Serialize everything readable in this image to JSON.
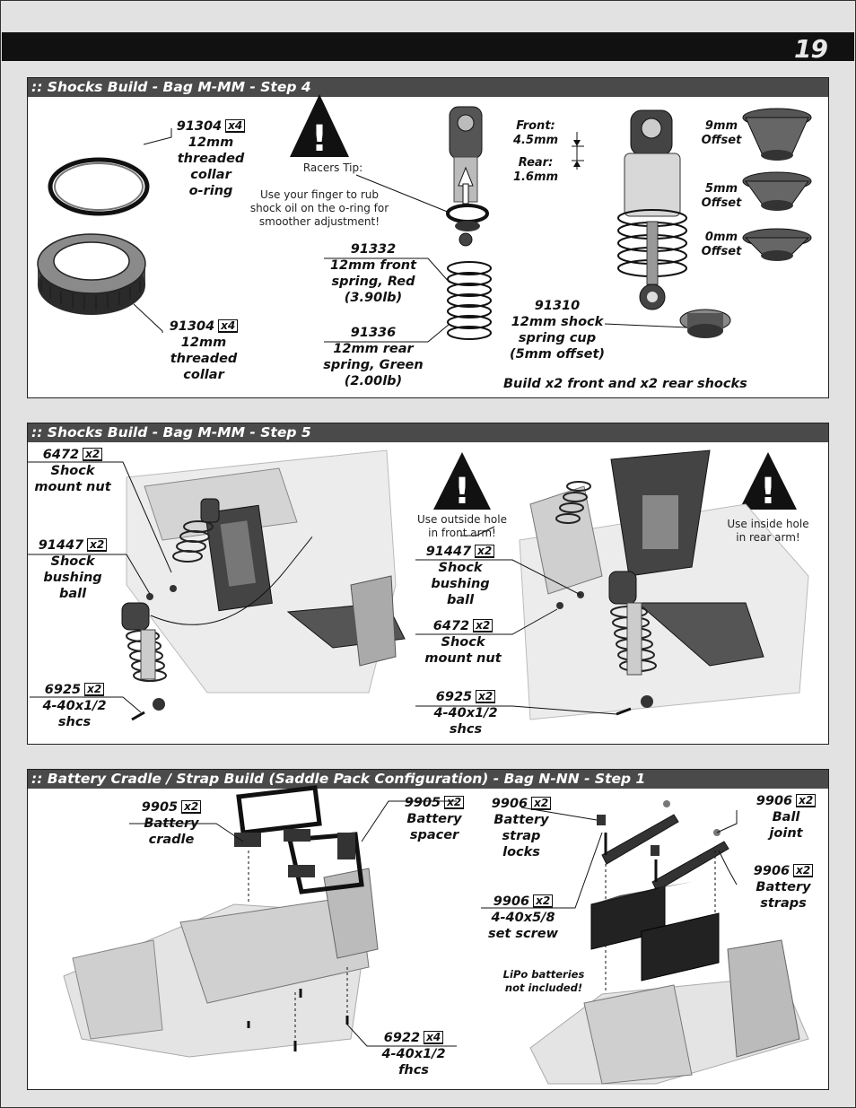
{
  "page": {
    "number": "19"
  },
  "step4": {
    "title": ":: Shocks Build - Bag M-MM - Step 4",
    "oring": {
      "part": "91304",
      "qty": "x4",
      "desc": [
        "12mm",
        "threaded",
        "collar",
        "o-ring"
      ]
    },
    "collar": {
      "part": "91304",
      "qty": "x4",
      "desc": [
        "12mm",
        "threaded",
        "collar"
      ]
    },
    "tip": {
      "heading": "Racers Tip:",
      "lines": [
        "Use your finger to rub",
        "shock oil on the o-ring for",
        "smoother adjustment!"
      ]
    },
    "front_spring": {
      "part": "91332",
      "desc": [
        "12mm front",
        "spring, Red",
        "(3.90lb)"
      ]
    },
    "rear_spring": {
      "part": "91336",
      "desc": [
        "12mm rear",
        "spring, Green",
        "(2.00lb)"
      ]
    },
    "front_offset": {
      "label": "Front:",
      "value": "4.5mm"
    },
    "rear_offset": {
      "label": "Rear:",
      "value": "1.6mm"
    },
    "spring_cup": {
      "part": "91310",
      "desc": [
        "12mm shock",
        "spring cup",
        "(5mm offset)"
      ]
    },
    "offset_9": [
      "9mm",
      "Offset"
    ],
    "offset_5": [
      "5mm",
      "Offset"
    ],
    "offset_0": [
      "0mm",
      "Offset"
    ],
    "build_note": "Build x2 front and x2 rear shocks"
  },
  "step5": {
    "title": ":: Shocks Build - Bag M-MM - Step 5",
    "left_nut": {
      "part": "6472",
      "qty": "x2",
      "desc": [
        "Shock",
        "mount nut"
      ]
    },
    "left_ball": {
      "part": "91447",
      "qty": "x2",
      "desc": [
        "Shock",
        "bushing",
        "ball"
      ]
    },
    "left_screw": {
      "part": "6925",
      "qty": "x2",
      "desc": [
        "4-40x1/2",
        "shcs"
      ]
    },
    "tip_front": [
      "Use outside hole",
      "in front arm!"
    ],
    "right_ball": {
      "part": "91447",
      "qty": "x2",
      "desc": [
        "Shock",
        "bushing",
        "ball"
      ]
    },
    "right_nut": {
      "part": "6472",
      "qty": "x2",
      "desc": [
        "Shock",
        "mount nut"
      ]
    },
    "right_screw": {
      "part": "6925",
      "qty": "x2",
      "desc": [
        "4-40x1/2",
        "shcs"
      ]
    },
    "tip_rear": [
      "Use inside hole",
      "in rear arm!"
    ]
  },
  "battery": {
    "title": ":: Battery Cradle / Strap Build (Saddle Pack Configuration) - Bag N-NN - Step 1",
    "cradle": {
      "part": "9905",
      "qty": "x2",
      "desc": [
        "Battery",
        "cradle"
      ]
    },
    "spacer": {
      "part": "9905",
      "qty": "x2",
      "desc": [
        "Battery",
        "spacer"
      ]
    },
    "fhcs": {
      "part": "6922",
      "qty": "x4",
      "desc": [
        "4-40x1/2",
        "fhcs"
      ]
    },
    "locks": {
      "part": "9906",
      "qty": "x2",
      "desc": [
        "Battery",
        "strap",
        "locks"
      ]
    },
    "set_screw": {
      "part": "9906",
      "qty": "x2",
      "desc": [
        "4-40x5/8",
        "set screw"
      ]
    },
    "ball_joint": {
      "part": "9906",
      "qty": "x2",
      "desc": [
        "Ball",
        "joint"
      ]
    },
    "straps": {
      "part": "9906",
      "qty": "x2",
      "desc": [
        "Battery",
        "straps"
      ]
    },
    "lipo_note": [
      "LiPo batteries",
      "not included!"
    ]
  }
}
